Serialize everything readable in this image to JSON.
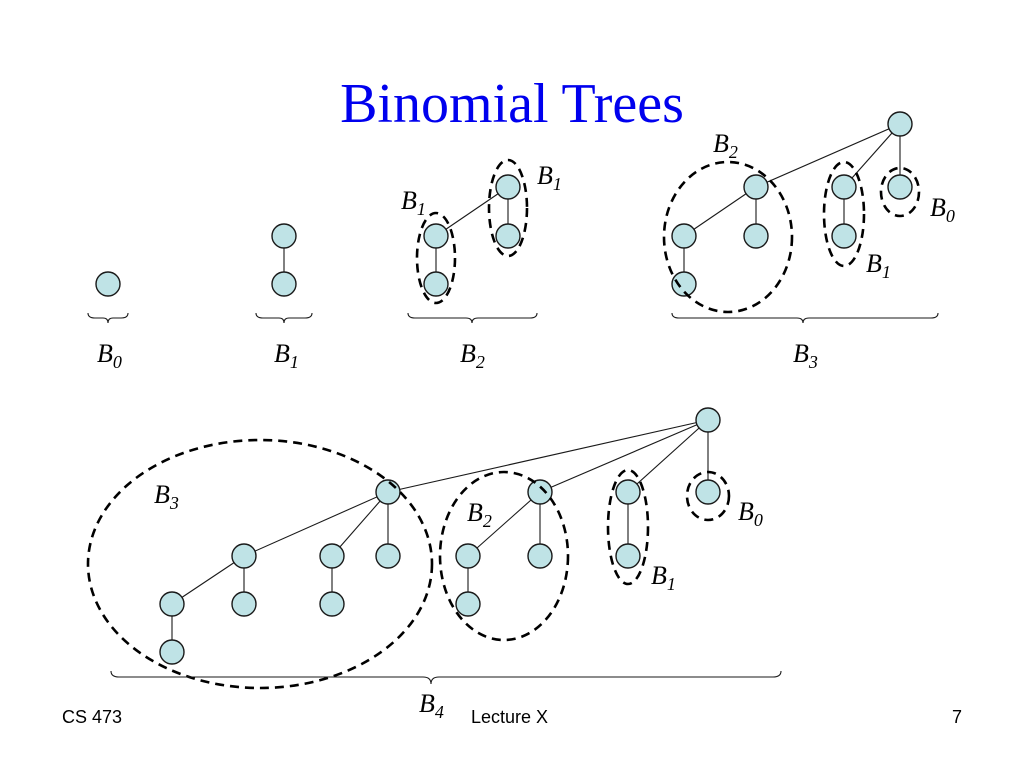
{
  "slide": {
    "title": "Binomial Trees",
    "footer": {
      "left": "CS 473",
      "center": "Lecture X",
      "right": "7"
    }
  },
  "trees": [
    {
      "label": "B",
      "order": "0"
    },
    {
      "label": "B",
      "order": "1"
    },
    {
      "label": "B",
      "order": "2"
    },
    {
      "label": "B",
      "order": "3"
    },
    {
      "label": "B",
      "order": "4"
    }
  ],
  "subtree_labels": {
    "b2_left": {
      "base": "B",
      "sub": "1"
    },
    "b2_right": {
      "base": "B",
      "sub": "1"
    },
    "b3_big": {
      "base": "B",
      "sub": "2"
    },
    "b3_mid": {
      "base": "B",
      "sub": "1"
    },
    "b3_small": {
      "base": "B",
      "sub": "0"
    },
    "b4_big": {
      "base": "B",
      "sub": "3"
    },
    "b4_b2": {
      "base": "B",
      "sub": "2"
    },
    "b4_b1": {
      "base": "B",
      "sub": "1"
    },
    "b4_b0": {
      "base": "B",
      "sub": "0"
    }
  },
  "colors": {
    "title": "#0000ee",
    "node_fill": "#bfe3e6",
    "outline": "#000000"
  }
}
